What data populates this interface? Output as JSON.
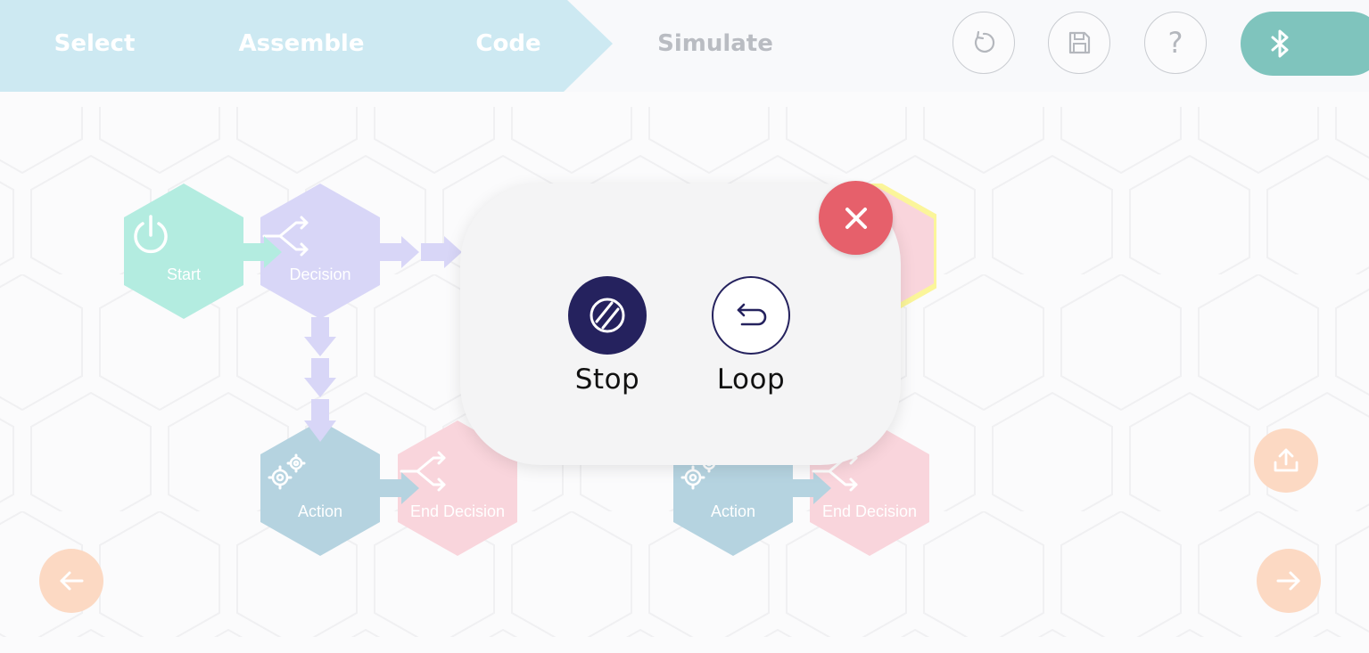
{
  "header": {
    "steps": [
      {
        "label": "Select",
        "state": "done"
      },
      {
        "label": "Assemble",
        "state": "done"
      },
      {
        "label": "Code",
        "state": "active"
      },
      {
        "label": "Simulate",
        "state": "upcoming"
      }
    ],
    "buttons": [
      {
        "name": "reset",
        "icon": "reset-icon"
      },
      {
        "name": "save",
        "icon": "save-icon"
      },
      {
        "name": "help",
        "icon": "help-icon",
        "glyph": "?"
      },
      {
        "name": "bluetooth",
        "icon": "bluetooth-icon"
      }
    ]
  },
  "flow": {
    "nodes": [
      {
        "label": "Start",
        "icon": "power-icon",
        "color": "#b3ece0"
      },
      {
        "label": "Decision",
        "icon": "decision-split-icon",
        "color": "#d8d6f7"
      },
      {
        "label": "Action",
        "icon": "gears-icon",
        "color": "#b5d3e0"
      },
      {
        "label": "End Decision",
        "icon": "decision-split-icon",
        "color": "#f9d5dc"
      },
      {
        "label": "Action",
        "icon": "gears-icon",
        "color": "#b5d3e0"
      },
      {
        "label": "End Decision",
        "icon": "decision-split-icon",
        "color": "#f9d5dc"
      }
    ]
  },
  "modal": {
    "options": [
      {
        "label": "Stop",
        "icon": "stop-icon"
      },
      {
        "label": "Loop",
        "icon": "loop-icon"
      }
    ],
    "close_icon": "close-icon"
  },
  "nav": {
    "back_icon": "arrow-left-icon",
    "next_icon": "arrow-right-icon",
    "upload_icon": "upload-icon"
  },
  "colors": {
    "banner": "#cde9f2",
    "bluetooth": "#7fc4bd",
    "close": "#e6606b",
    "stop": "#25225e",
    "fab": "#fcd9c3"
  }
}
